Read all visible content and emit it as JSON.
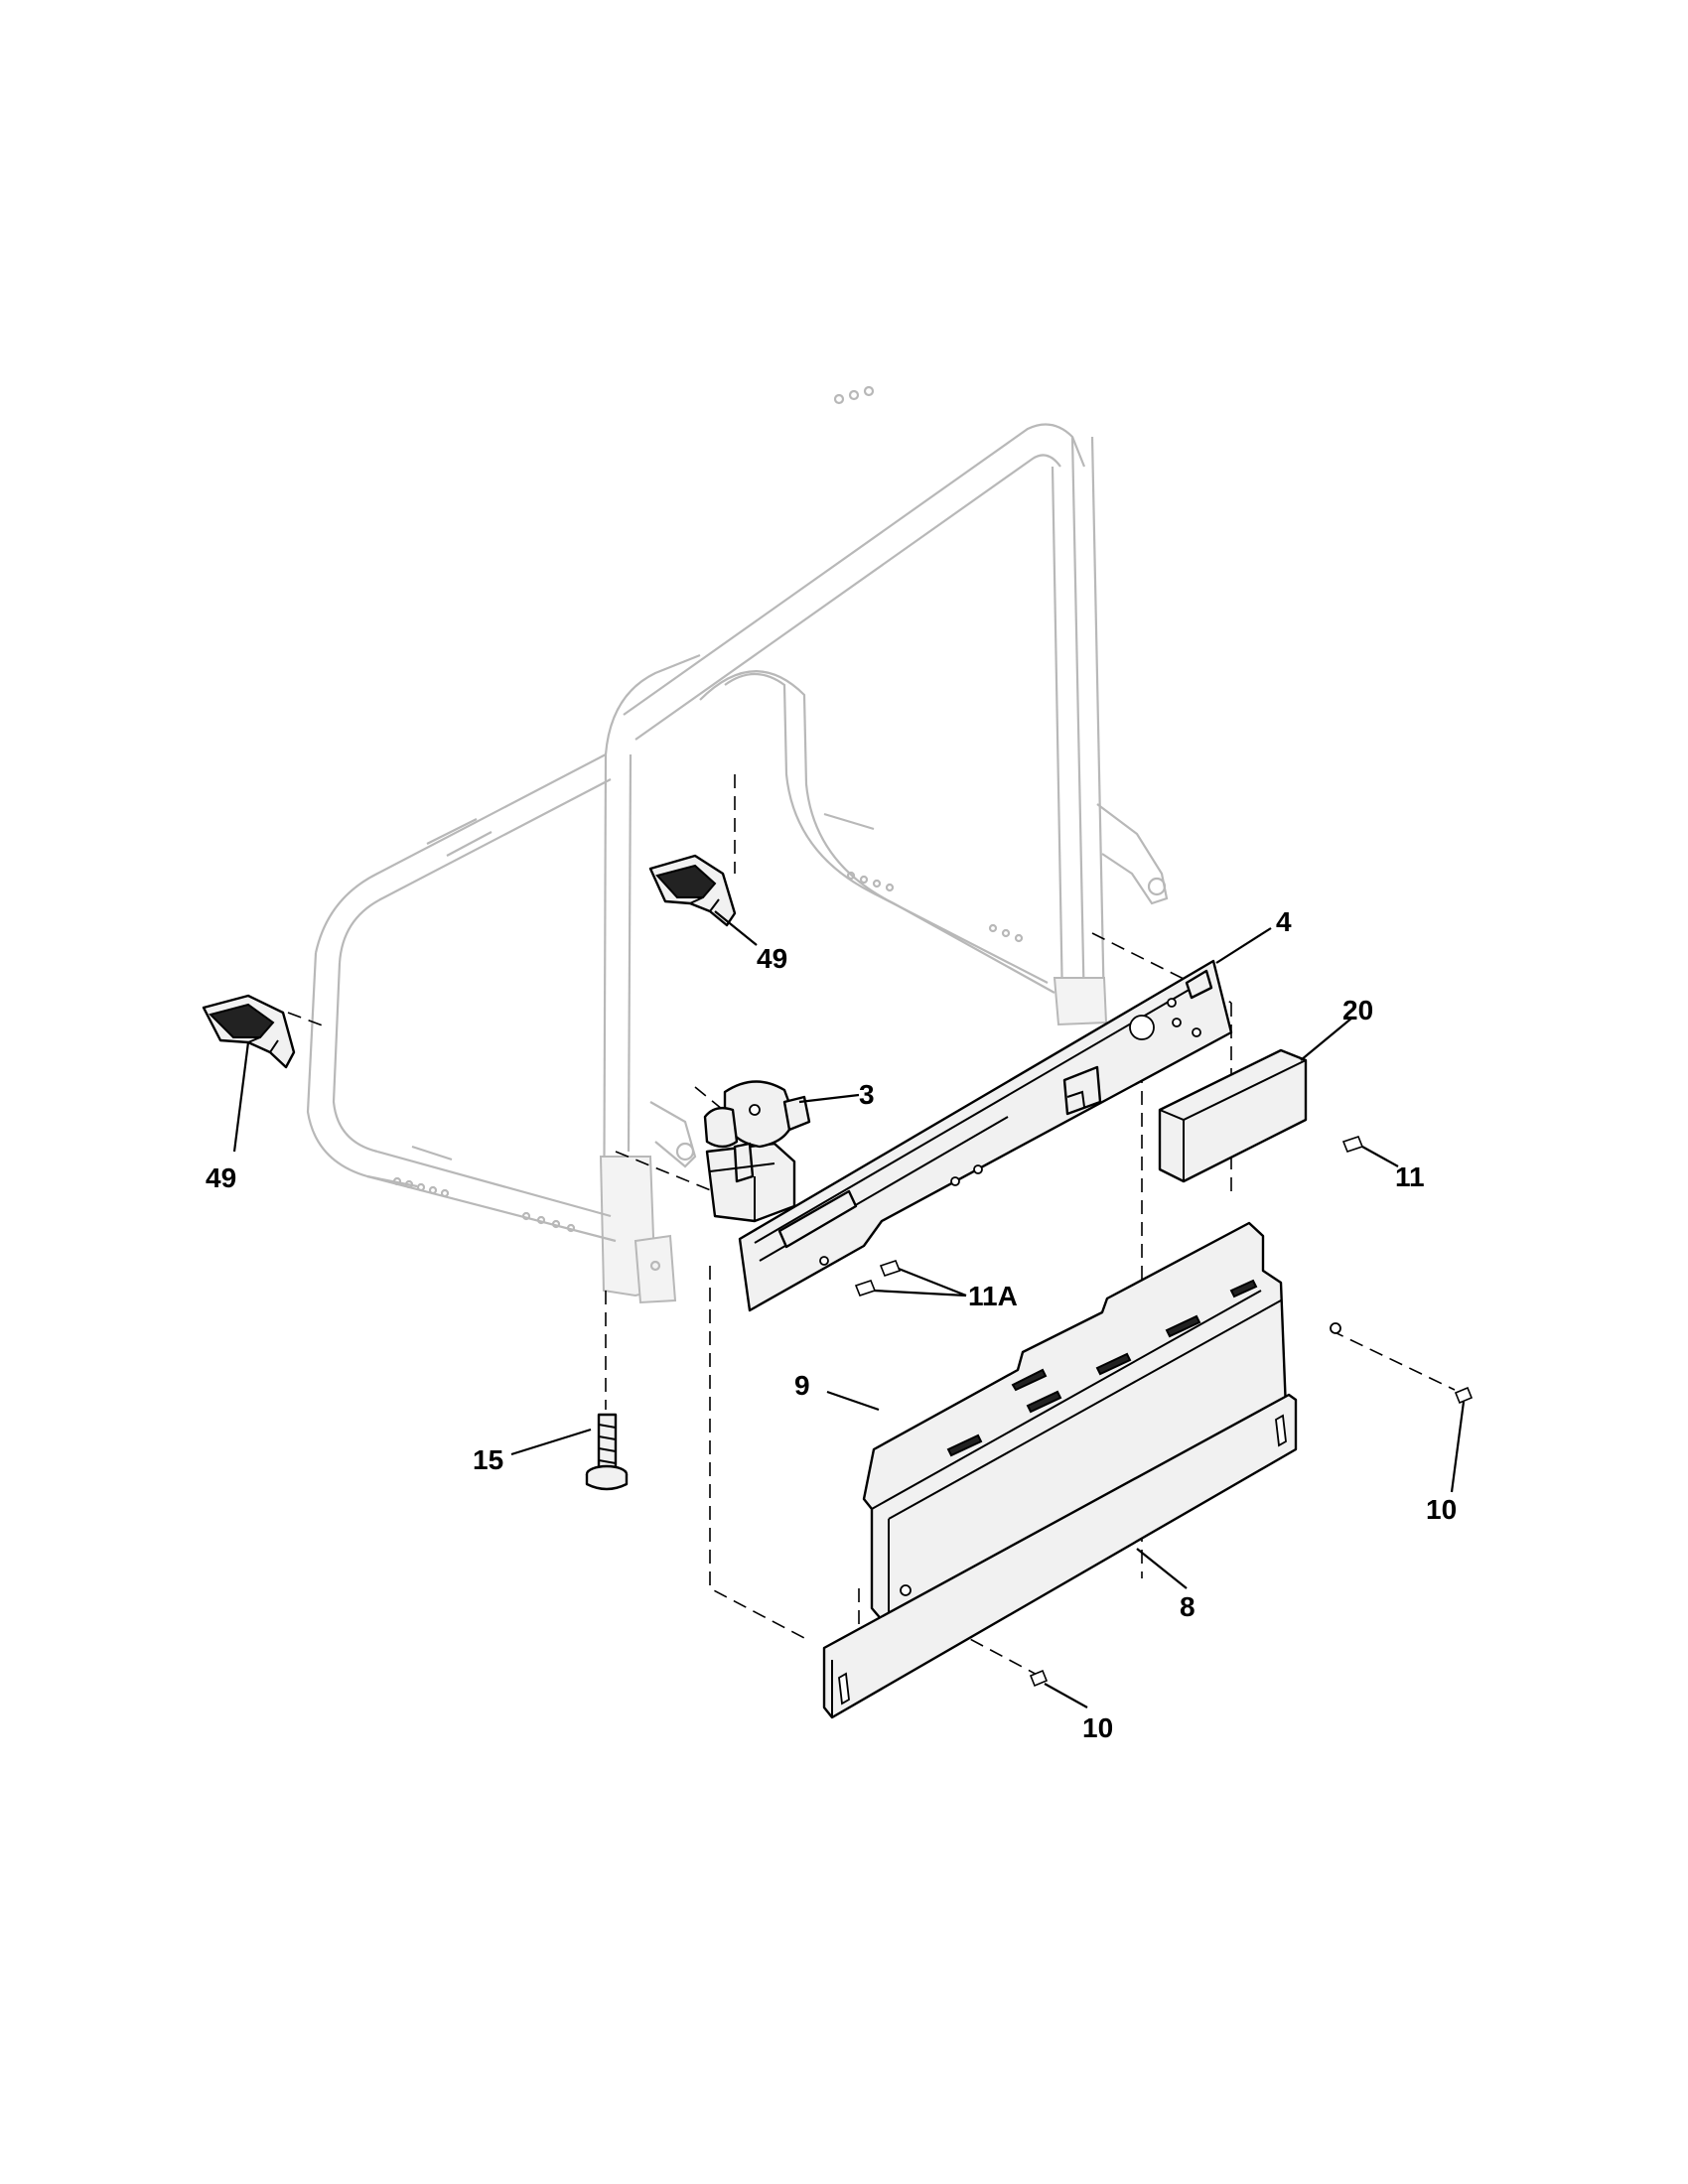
{
  "callouts": {
    "c49a": "49",
    "c49b": "49",
    "c4": "4",
    "c20": "20",
    "c3": "3",
    "c11": "11",
    "c11a": "11A",
    "c15": "15",
    "c9": "9",
    "c10a": "10",
    "c8": "8",
    "c10b": "10"
  }
}
